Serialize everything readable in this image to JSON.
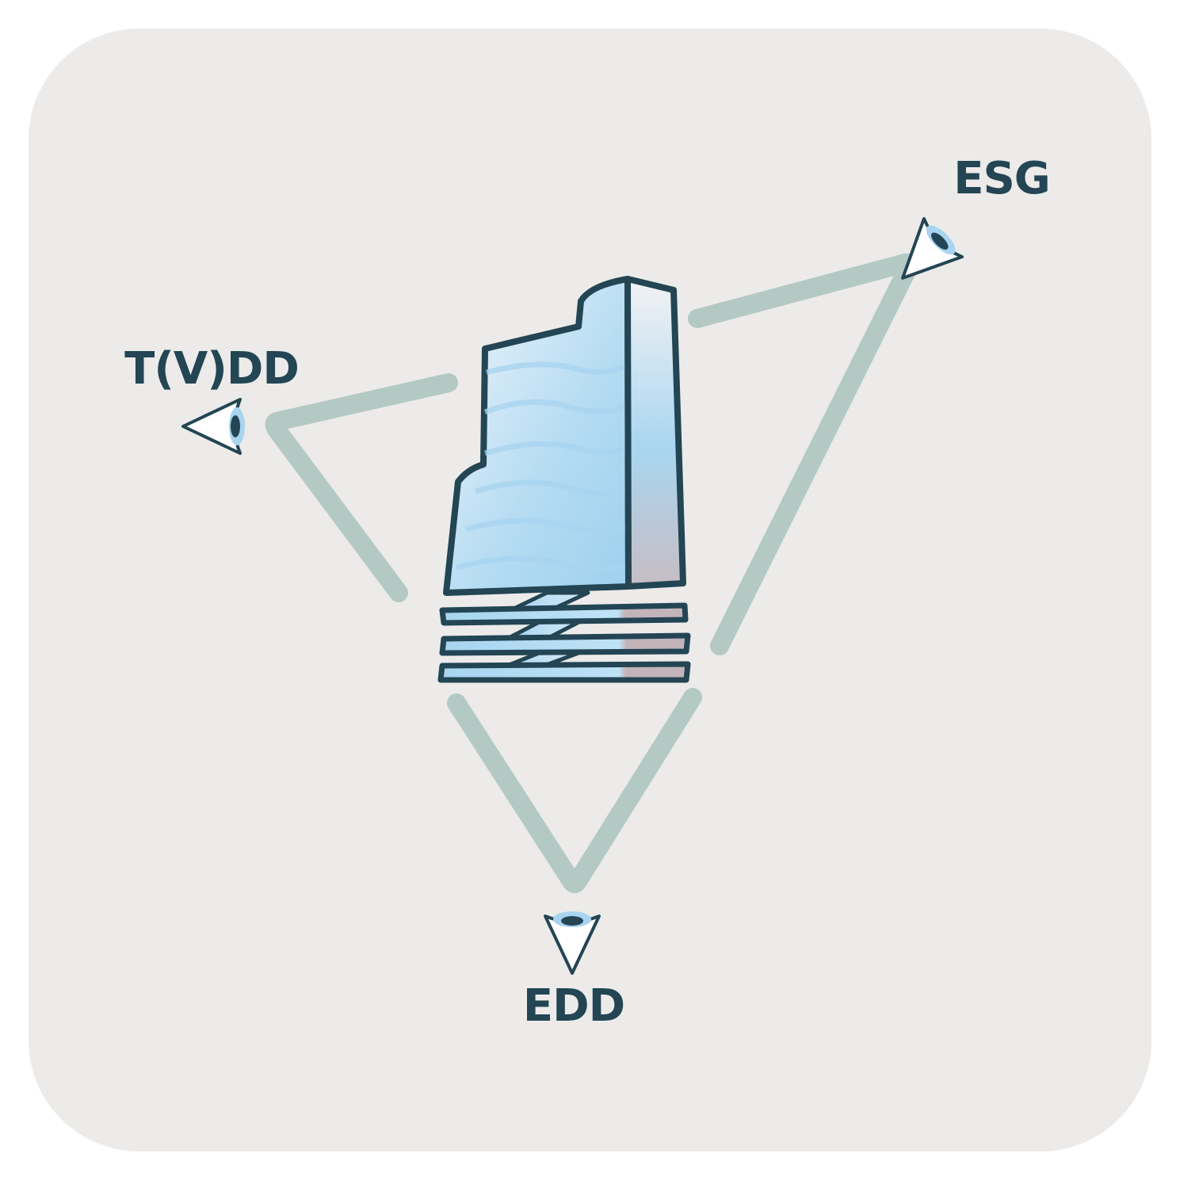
{
  "labels": {
    "top_right": "ESG",
    "left": "T(V)DD",
    "bottom": "EDD"
  },
  "icons": {
    "center": "office-building-icon",
    "viewer": "eye-icon"
  },
  "colors": {
    "background": "#ecebe9",
    "connector": "#b4c9c4",
    "outline": "#234554",
    "glass_light": "#ddeef9",
    "glass_blue": "#a9d5ef",
    "glass_mauve": "#c8bcc2",
    "text": "#234554"
  }
}
